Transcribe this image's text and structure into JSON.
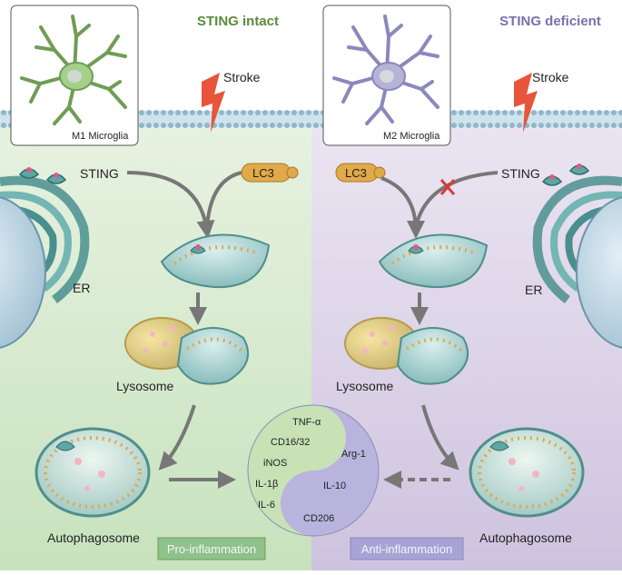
{
  "panels": {
    "left": {
      "title": "STING intact",
      "title_color": "#5b8a3c",
      "bg": "#d6ebcf",
      "cell_label": "M1 Microglia",
      "cell_color": "#a6cf8a"
    },
    "right": {
      "title": "STING deficient",
      "title_color": "#7a6fae",
      "bg": "#dcd3e8",
      "cell_label": "M2 Microglia",
      "cell_color": "#b6b3d6"
    }
  },
  "labels": {
    "stroke_left": "Stroke",
    "stroke_right": "Stroke",
    "sting_left": "STING",
    "sting_right": "STING",
    "lc3_left": "LC3",
    "lc3_right": "LC3",
    "er_left": "ER",
    "er_right": "ER",
    "lysosome_left": "Lysosome",
    "lysosome_right": "Lysosome",
    "autophagosome_left": "Autophagosome",
    "autophagosome_right": "Autophagosome"
  },
  "yin_yang": {
    "green_side": [
      "TNF-α",
      "CD16/32",
      "iNOS",
      "IL-1β",
      "IL-6"
    ],
    "purple_side": [
      "Arg-1",
      "IL-10",
      "CD206"
    ],
    "green_color": "#c8e2b6",
    "purple_color": "#b9b4de"
  },
  "badges": {
    "pro": "Pro-inflammation",
    "anti": "Anti-inflammation"
  },
  "colors": {
    "stroke_bolt": "#e8553b",
    "lc3": "#e0a94a",
    "inhibit_mark": "#d63b3b",
    "arrow": "#777777",
    "mito": "#8fc7c5",
    "lysosome": "#e9c873"
  }
}
